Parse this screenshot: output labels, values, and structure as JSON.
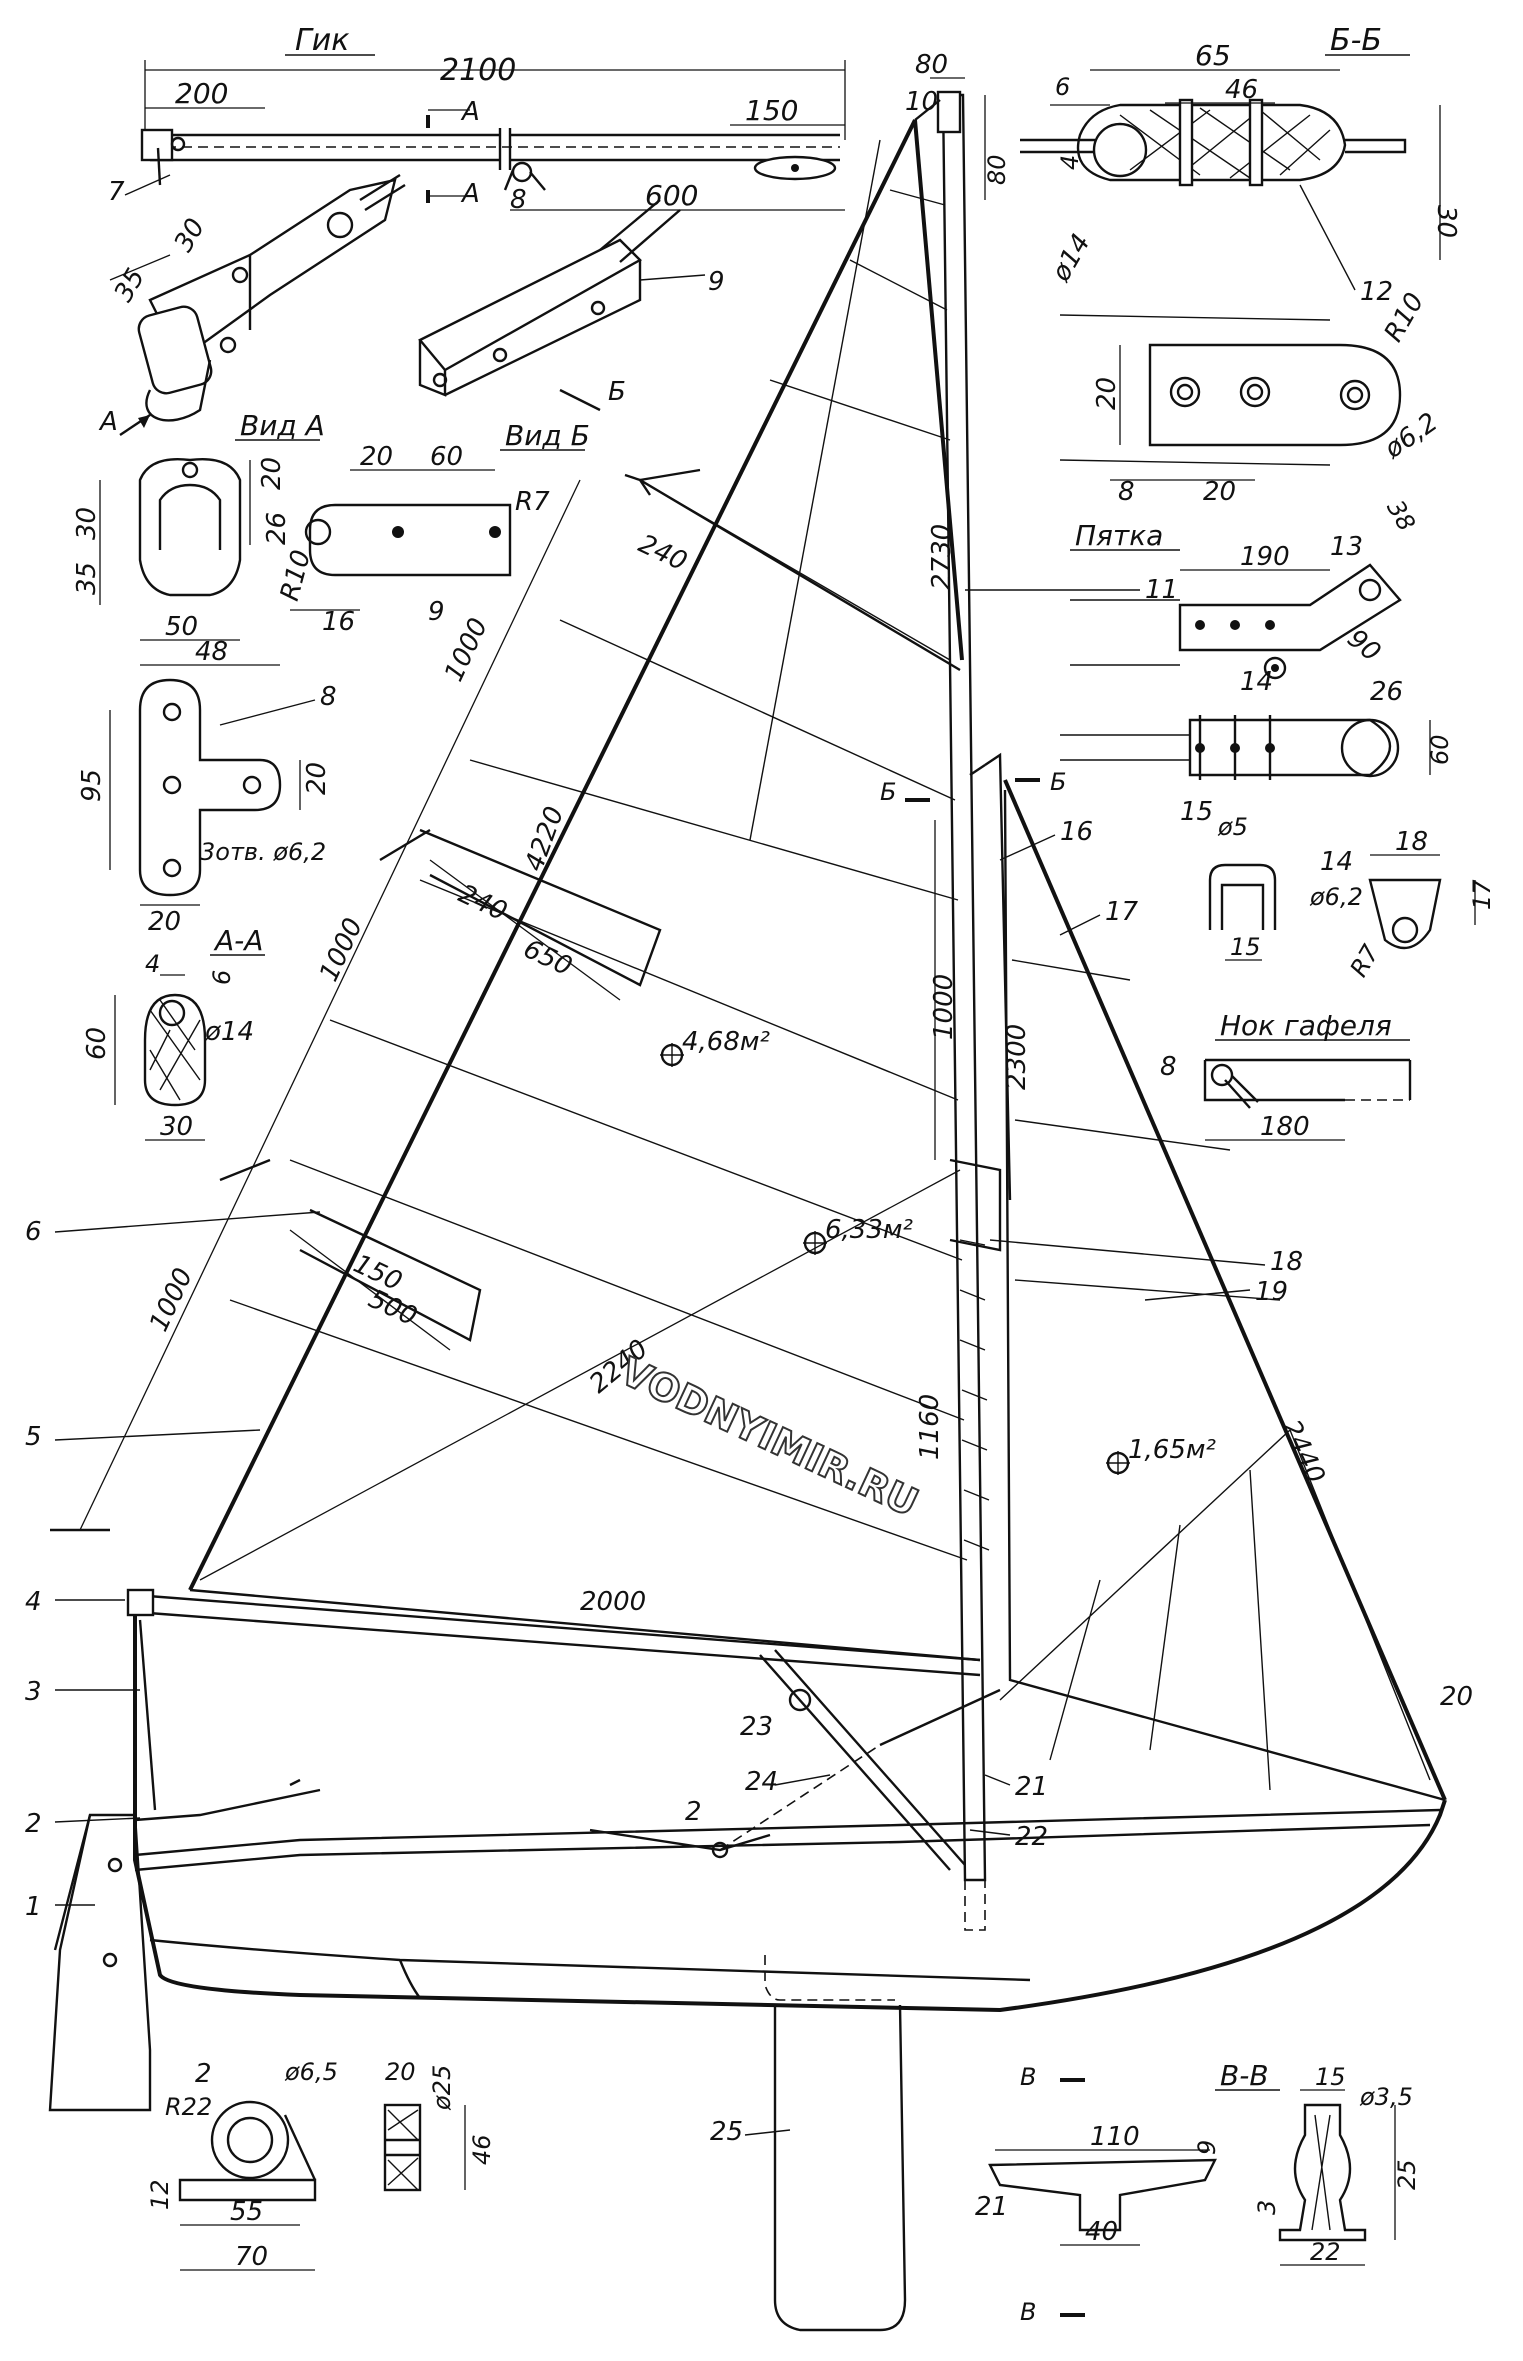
{
  "watermark": "VODNYIMIR.RU",
  "section_titles": {
    "gik": "Гик",
    "bb": "Б-Б",
    "vid_a": "Вид А",
    "vid_b": "Вид Б",
    "aa": "А-А",
    "pyatka": "Пятка",
    "nok": "Нок гафеля",
    "vv": "В-В"
  },
  "part_numbers": {
    "p1": "1",
    "p2a": "2",
    "p2b": "2",
    "p2c": "2",
    "p3": "3",
    "p4": "4",
    "p5": "5",
    "p6": "6",
    "p7": "7",
    "p8a": "8",
    "p8b": "8",
    "p8c": "8",
    "p9a": "9",
    "p9b": "9",
    "p10": "10",
    "p11": "11",
    "p12": "12",
    "p13": "13",
    "p14a": "14",
    "p14b": "14",
    "p15": "15",
    "p16": "16",
    "p17": "17",
    "p18": "18",
    "p19": "19",
    "p20": "20",
    "p21a": "21",
    "p21b": "21",
    "p22": "22",
    "p23": "23",
    "p24": "24",
    "p25": "25",
    "p26": "26"
  },
  "areas": {
    "a1": "4,68м²",
    "a2": "6,33м²",
    "a3": "1,65м²"
  },
  "labels": {
    "arrow_a": "А",
    "arrow_b": "Б",
    "cut_a1": "А",
    "cut_a2": "А",
    "cut_b1": "Б",
    "cut_b2": "Б",
    "cut_v1": "В",
    "cut_v2": "В"
  },
  "dimensions": {
    "boom_2100": "2100",
    "boom_200": "200",
    "boom_150": "150",
    "boom_600": "600",
    "d35": "35",
    "d30a": "30",
    "mast_80a": "80",
    "mast_80b": "80",
    "mast_2730": "2730",
    "bb_65": "65",
    "bb_46": "46",
    "bb_6": "6",
    "bb_4": "4",
    "bb_30": "30",
    "bb_d14": "ø14",
    "r10a": "R10",
    "d20a": "20",
    "d8a": "8",
    "d20b": "20",
    "d62a": "ø6,2",
    "p_190": "190",
    "p_38": "38",
    "p_90": "90",
    "d60a": "60",
    "d5": "ø5",
    "d15a": "15",
    "d18": "18",
    "d62b": "ø6,2",
    "d17": "17",
    "r7a": "R7",
    "nok_180": "180",
    "va_20": "20",
    "va_30": "30",
    "va_35": "35",
    "va_50": "50",
    "vb_20": "20",
    "vb_60": "60",
    "vb_26": "26",
    "vb_r7": "R7",
    "vb_r10": "R10",
    "vb_16": "16",
    "p8_48": "48",
    "p8_95": "95",
    "p8_20a": "20",
    "p8_20b": "20",
    "p8_holes": "3отв. ø6,2",
    "aa_4": "4",
    "aa_6": "6",
    "aa_d14": "ø14",
    "aa_60": "60",
    "aa_30": "30",
    "luff_1000a": "1000",
    "luff_1000b": "1000",
    "luff_1000c": "1000",
    "s_240a": "240",
    "s_240b": "240",
    "s_650": "650",
    "s_150": "150",
    "s_500": "500",
    "s_4220": "4220",
    "s_2240": "2240",
    "s_2000": "2000",
    "m_1000": "1000",
    "m_2300": "2300",
    "m_1160": "1160",
    "m_2440": "2440",
    "b2_d65": "ø6,5",
    "b2_r22": "R22",
    "b2_12": "12",
    "b2_55": "55",
    "b2_70": "70",
    "w_20": "20",
    "w_d25": "ø25",
    "w_46": "46",
    "c21_110": "110",
    "c21_9": "9",
    "c21_40": "40",
    "vv_15": "15",
    "vv_d35": "ø3,5",
    "vv_3": "3",
    "vv_25": "25",
    "vv_22": "22"
  }
}
